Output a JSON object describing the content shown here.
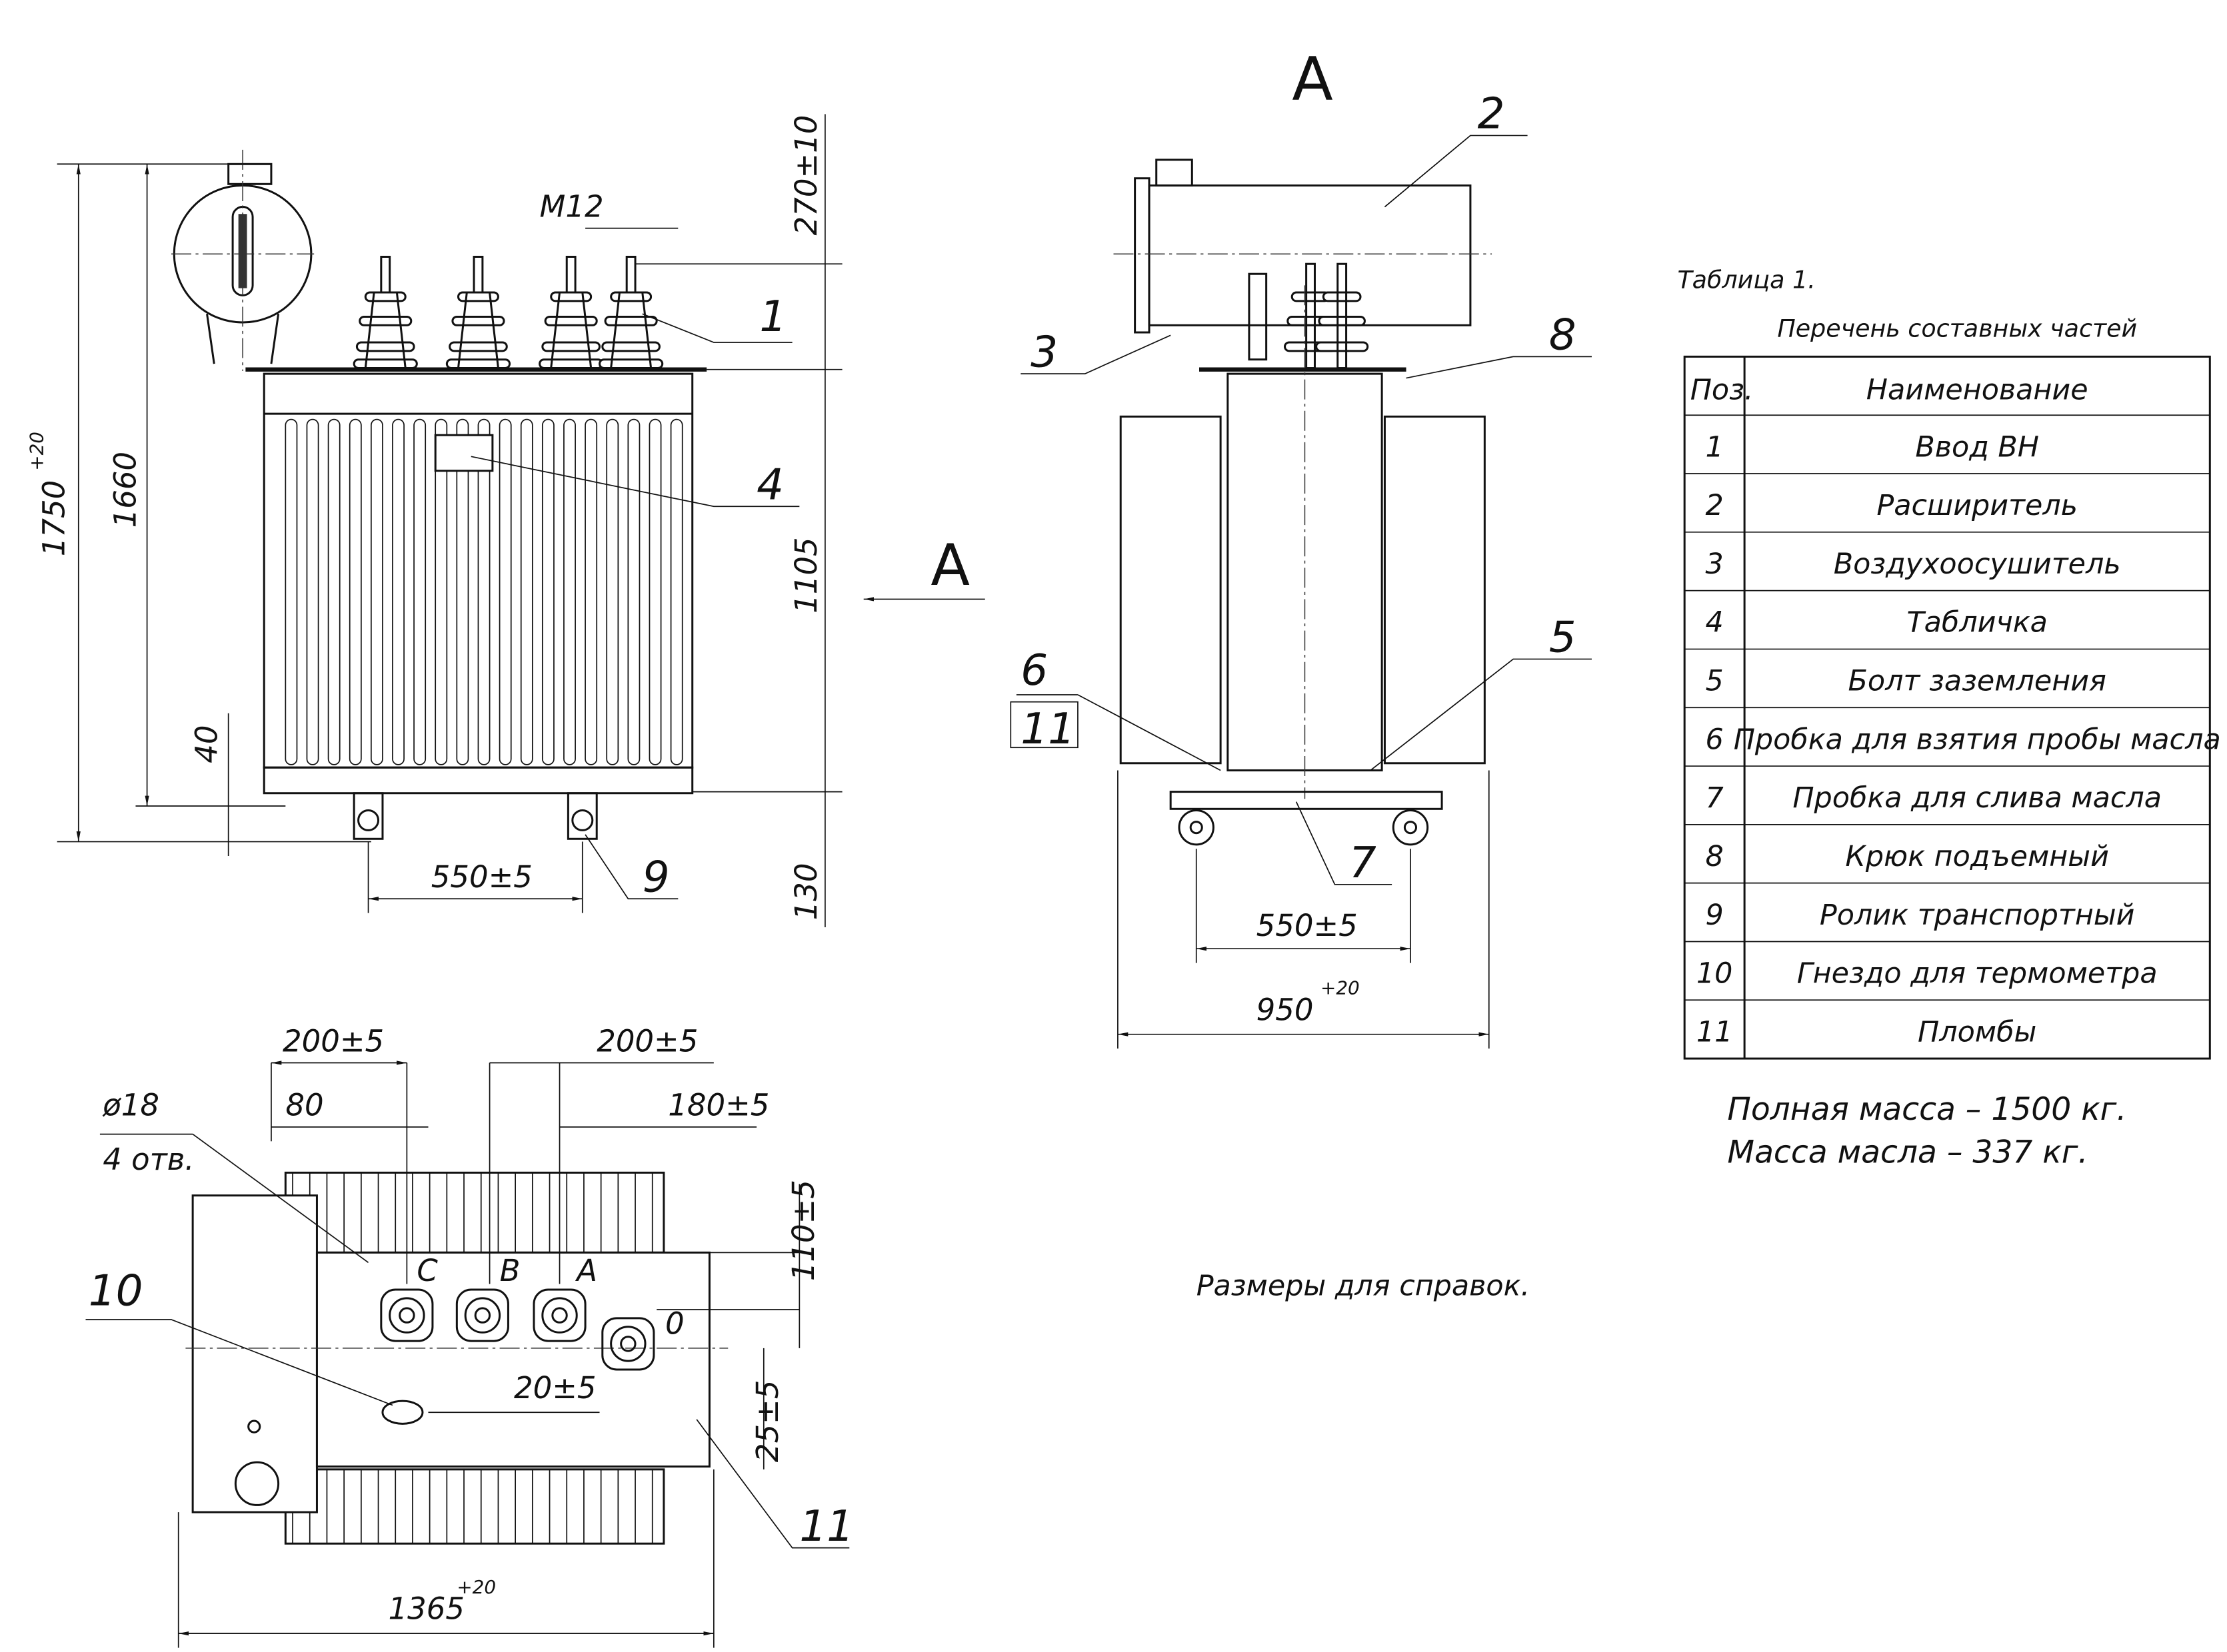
{
  "front_view": {
    "dimensions": {
      "h_total": "1750",
      "h_total_tol": "+20",
      "h_1660": "1660",
      "h_40": "40",
      "h_270": "270±10",
      "h_1105": "1105",
      "h_130": "130",
      "w_550": "550±5",
      "thread": "M12"
    },
    "callouts": [
      "1",
      "4",
      "9"
    ],
    "view_arrow": "A"
  },
  "side_view": {
    "title": "A",
    "dimensions": {
      "w_550": "550±5",
      "w_950": "950",
      "w_950_tol": "+20"
    },
    "callouts": [
      "2",
      "3",
      "8",
      "6",
      "11",
      "5",
      "7"
    ]
  },
  "top_view": {
    "dimensions": {
      "d_200_left": "200±5",
      "d_200_right": "200±5",
      "d_80": "80",
      "d_180": "180±5",
      "hole_dia": "ø18",
      "hole_count": "4 отв.",
      "d_110": "110±5",
      "d_25": "25±5",
      "d_20": "20±5",
      "w_1365": "1365",
      "w_1365_tol": "+20"
    },
    "phases": [
      "C",
      "B",
      "A",
      "0"
    ],
    "callouts": [
      "10",
      "11"
    ]
  },
  "table": {
    "caption": "Таблица 1.",
    "title": "Перечень составных частей",
    "headers": [
      "Поз.",
      "Наименование"
    ],
    "rows": [
      [
        "1",
        "Ввод ВН"
      ],
      [
        "2",
        "Расширитель"
      ],
      [
        "3",
        "Воздухоосушитель"
      ],
      [
        "4",
        "Табличка"
      ],
      [
        "5",
        "Болт заземления"
      ],
      [
        "6",
        "Пробка для взятия пробы масла"
      ],
      [
        "7",
        "Пробка для слива масла"
      ],
      [
        "8",
        "Крюк подъемный"
      ],
      [
        "9",
        "Ролик транспортный"
      ],
      [
        "10",
        "Гнездо для термометра"
      ],
      [
        "11",
        "Пломбы"
      ]
    ]
  },
  "notes": {
    "total_mass": "Полная масса – 1500 кг.",
    "oil_mass": "Масса масла – 337 кг.",
    "reference": "Размеры для справок."
  }
}
